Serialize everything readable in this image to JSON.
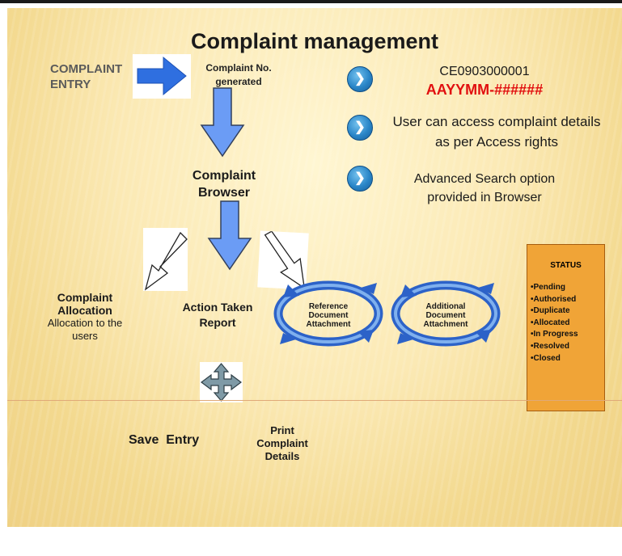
{
  "title": "Complaint management",
  "complaint_entry": "COMPLAINT ENTRY",
  "complaint_no": "Complaint No. generated",
  "info": [
    {
      "lines": [
        "CE0903000001"
      ],
      "highlight": "AAYYMM-######"
    },
    {
      "lines": [
        "User can access complaint details",
        "as per Access rights"
      ]
    },
    {
      "lines": [
        "Advanced Search option",
        "provided in Browser"
      ]
    }
  ],
  "complaint_browser": "Complaint Browser",
  "complaint_allocation": {
    "title": "Complaint Allocation",
    "sub": "Allocation to the users"
  },
  "action_taken": "Action Taken Report",
  "reference_doc": "Reference Document Attachment",
  "additional_doc": "Additional Document Attachment",
  "status": {
    "heading": "STATUS",
    "items": [
      "•Pending",
      "•Authorised",
      "•Duplicate",
      "•Allocated",
      "•In Progress",
      "•Resolved",
      "•Closed"
    ]
  },
  "save_entry": "Save  Entry",
  "print_details": "Print Complaint Details",
  "colors": {
    "arrow_blue": "#5b8ff0",
    "bullet_blue": "#2a86c8",
    "highlight_red": "#e10f0f",
    "status_orange": "#f0a437"
  },
  "icons": {
    "bullet": "chevron-right-icon",
    "move": "move-arrows-icon",
    "cycle": "cycle-arrows-icon"
  }
}
